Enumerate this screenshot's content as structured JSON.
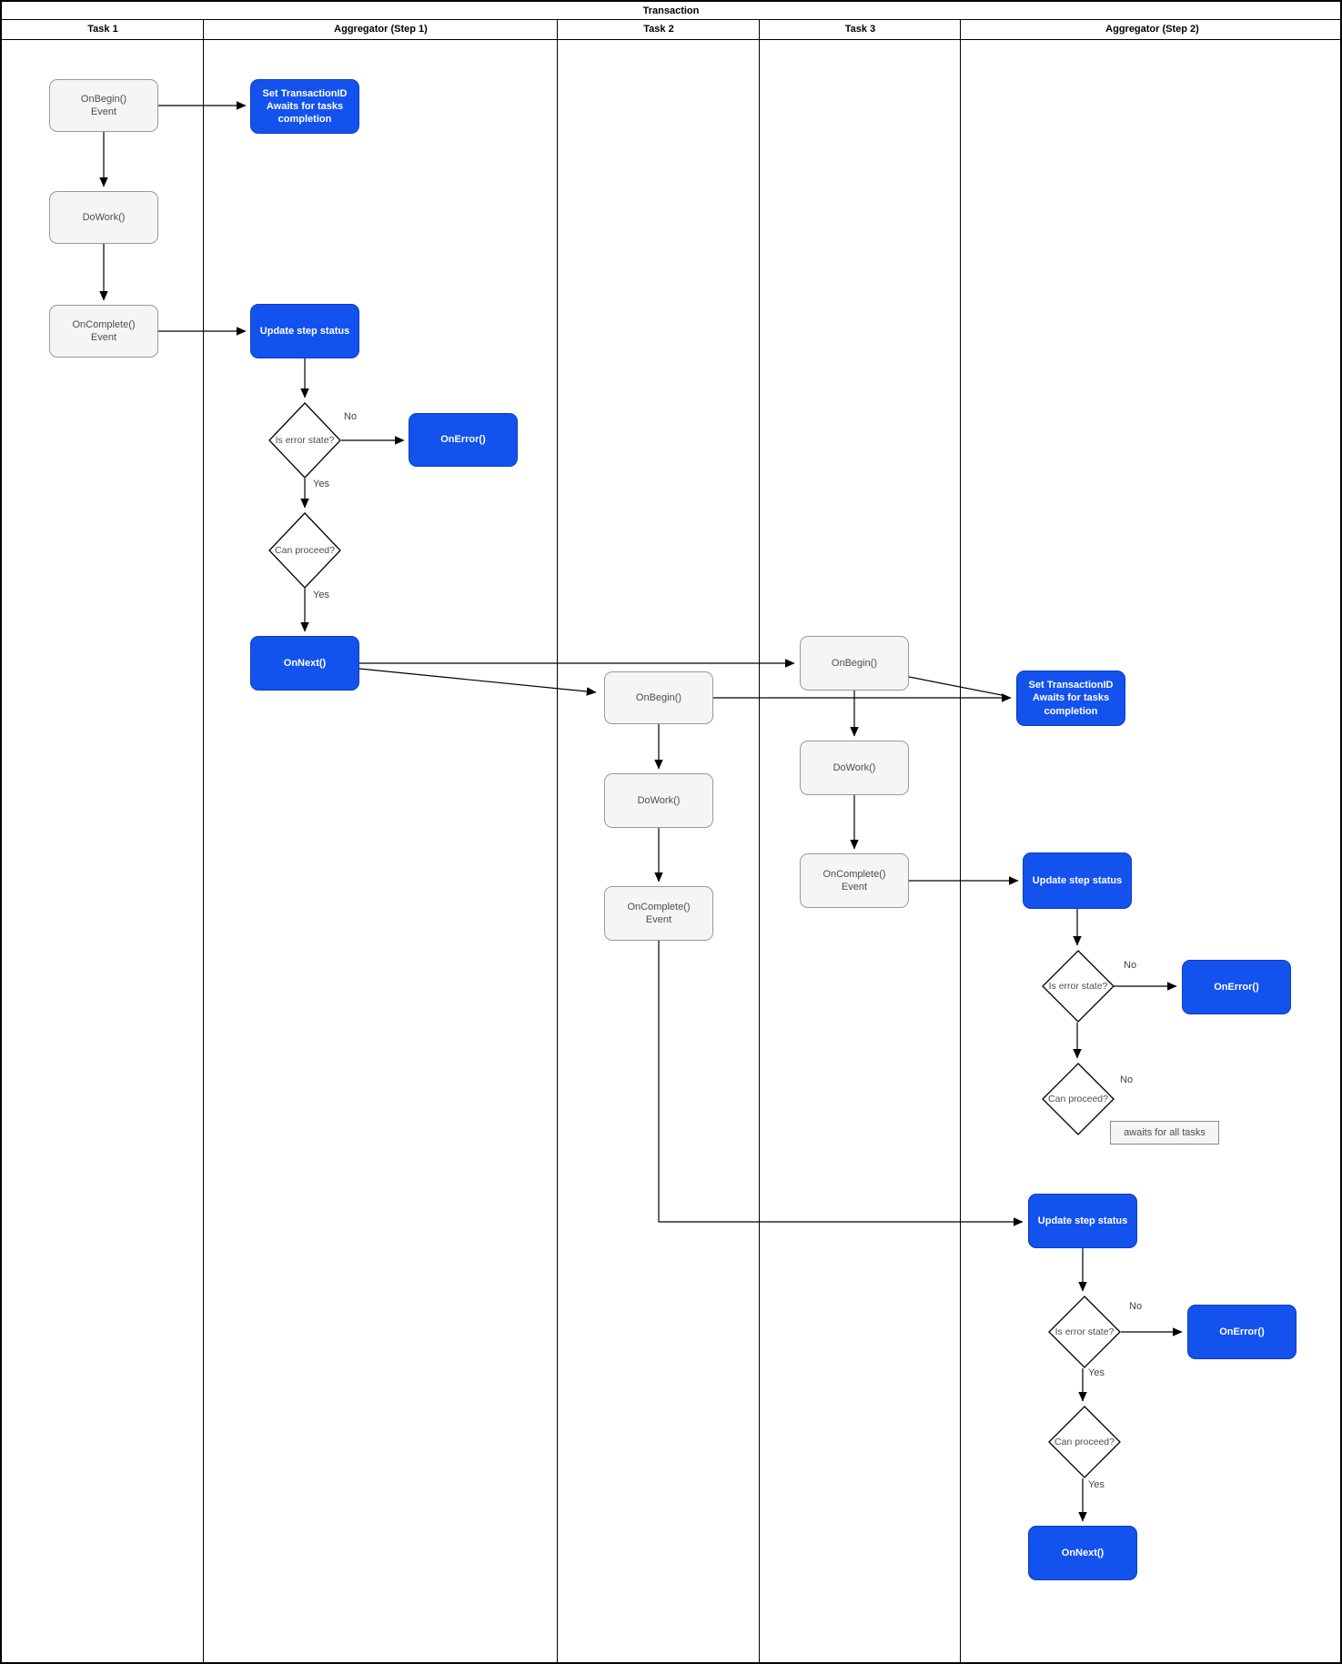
{
  "title": "Transaction",
  "lanes": [
    {
      "label": "Task 1"
    },
    {
      "label": "Aggregator (Step 1)"
    },
    {
      "label": "Task 2"
    },
    {
      "label": "Task 3"
    },
    {
      "label": "Aggregator (Step 2)"
    }
  ],
  "colors": {
    "accent_fill": "#1452EE",
    "accent_border": "#0B3CC4",
    "task_fill": "#F5F5F5",
    "task_border": "#999999",
    "task_text": "#4D4D4D",
    "line": "#000000"
  },
  "nodes": {
    "t1_onbegin": {
      "label": "OnBegin()\nEvent"
    },
    "t1_dowork": {
      "label": "DoWork()"
    },
    "t1_oncomplete": {
      "label": "OnComplete()\nEvent"
    },
    "a1_settx": {
      "label": "Set TransactionID\nAwaits for tasks\ncompletion"
    },
    "a1_update": {
      "label": "Update step status"
    },
    "a1_iserror": {
      "label": "Is error state?"
    },
    "a1_onerror": {
      "label": "OnError()"
    },
    "a1_canproceed": {
      "label": "Can proceed?"
    },
    "a1_onnext": {
      "label": "OnNext()"
    },
    "t2_onbegin": {
      "label": "OnBegin()"
    },
    "t2_dowork": {
      "label": "DoWork()"
    },
    "t2_oncomplete": {
      "label": "OnComplete()\nEvent"
    },
    "t3_onbegin": {
      "label": "OnBegin()"
    },
    "t3_dowork": {
      "label": "DoWork()"
    },
    "t3_oncomplete": {
      "label": "OnComplete()\nEvent"
    },
    "a2_settx": {
      "label": "Set TransactionID\nAwaits for tasks\ncompletion"
    },
    "a2_update1": {
      "label": "Update step status"
    },
    "a2_iserror1": {
      "label": "Is error state?"
    },
    "a2_onerror1": {
      "label": "OnError()"
    },
    "a2_canproceed1": {
      "label": "Can proceed?"
    },
    "a2_awaits_note": {
      "label": "awaits for all tasks"
    },
    "a2_update2": {
      "label": "Update step status"
    },
    "a2_iserror2": {
      "label": "Is error state?"
    },
    "a2_onerror2": {
      "label": "OnError()"
    },
    "a2_canproceed2": {
      "label": "Can proceed?"
    },
    "a2_onnext": {
      "label": "OnNext()"
    }
  },
  "edge_labels": {
    "a1_no": "No",
    "a1_yes1": "Yes",
    "a1_yes2": "Yes",
    "a2s1_no1": "No",
    "a2s1_no2": "No",
    "a2s2_no": "No",
    "a2s2_yes1": "Yes",
    "a2s2_yes2": "Yes"
  }
}
